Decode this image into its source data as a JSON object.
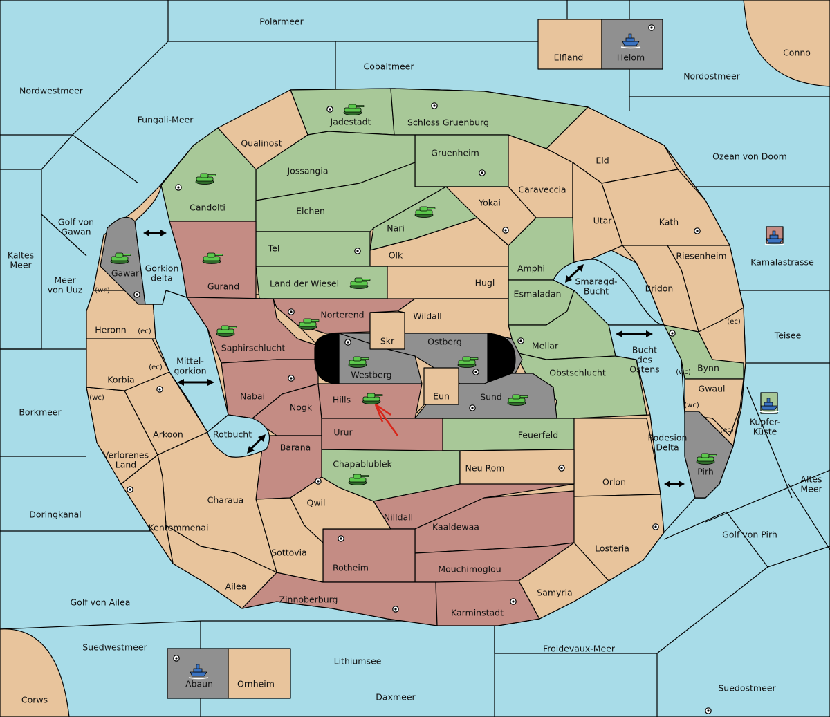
{
  "colors": {
    "sea": "#A8DCE8",
    "neutral": "#E8C49C",
    "green": "#A8C898",
    "red": "#C48C84",
    "gray": "#909090",
    "tank_body": "#5CC84C",
    "ship_body": "#3A72C0",
    "order_arrow": "#D8261A"
  },
  "seas": {
    "polarmeer": "Polarmeer",
    "cobaltmeer": "Cobaltmeer",
    "nordwestmeer": "Nordwestmeer",
    "fungali_meer": "Fungali-Meer",
    "nordostmeer": "Nordostmeer",
    "ozean_von_doom": "Ozean von Doom",
    "golf_von_gawan_1": "Golf von",
    "golf_von_gawan_2": "Gawan",
    "kaltes_meer_1": "Kaltes",
    "kaltes_meer_2": "Meer",
    "meer_von_uuz_1": "Meer",
    "meer_von_uuz_2": "von Uuz",
    "gorkion_delta_1": "Gorkion",
    "gorkion_delta_2": "delta",
    "mittelgorkion_1": "Mittel-",
    "mittelgorkion_2": "gorkion",
    "borkmeer": "Borkmeer",
    "rotbucht": "Rotbucht",
    "doringkanal": "Doringkanal",
    "golf_von_ailea": "Golf von Ailea",
    "suedwestmeer": "Suedwestmeer",
    "lithiumsee": "Lithiumsee",
    "daxmeer": "Daxmeer",
    "froidevaux_meer": "Froidevaux-Meer",
    "suedostmeer": "Suedostmeer",
    "golf_von_pirh": "Golf von Pirh",
    "altes_meer_1": "Altes",
    "altes_meer_2": "Meer",
    "kupfer_kueste_1": "Kupfer-",
    "kupfer_kueste_2": "Küste",
    "teisee": "Teisee",
    "kamalastrasse": "Kamalastrasse",
    "smaragd_bucht_1": "Smaragd-",
    "smaragd_bucht_2": "Bucht",
    "bucht_des_ostens_1": "Bucht",
    "bucht_des_ostens_2": "des",
    "bucht_des_ostens_3": "Ostens",
    "rodesion_delta_1": "Rodesion",
    "rodesion_delta_2": "Delta"
  },
  "lands": {
    "elfland": "Elfland",
    "helom": "Helom",
    "conno": "Conno",
    "jadestadt": "Jadestadt",
    "schloss_gruenburg": "Schloss Gruenburg",
    "qualinost": "Qualinost",
    "gruenheim": "Gruenheim",
    "eld": "Eld",
    "jossangia": "Jossangia",
    "caraveccia": "Caraveccia",
    "candolti": "Candolti",
    "elchen": "Elchen",
    "yokai": "Yokai",
    "nari": "Nari",
    "utar": "Utar",
    "kath": "Kath",
    "tel": "Tel",
    "olk": "Olk",
    "amphi": "Amphi",
    "riesenheim": "Riesenheim",
    "gawar": "Gawar",
    "gurand": "Gurand",
    "land_der_wiesel": "Land der Wiesel",
    "hugl": "Hugl",
    "esmaladan": "Esmaladan",
    "bridon": "Bridon",
    "norterend": "Norterend",
    "wildall": "Wildall",
    "heronn": "Heronn",
    "skr": "Skr",
    "ostberg": "Ostberg",
    "mellar": "Mellar",
    "saphirschlucht": "Saphirschlucht",
    "westberg": "Westberg",
    "bynn": "Bynn",
    "korbia": "Korbia",
    "obstschlucht": "Obstschlucht",
    "eun": "Eun",
    "nabai": "Nabai",
    "hills": "Hills",
    "sund": "Sund",
    "gwaul": "Gwaul",
    "nogk": "Nogk",
    "arkoon": "Arkoon",
    "urur": "Urur",
    "feuerfeld": "Feuerfeld",
    "barana": "Barana",
    "verlorenes_land_1": "Verlorenes",
    "verlorenes_land_2": "Land",
    "chapablublek": "Chapablublek",
    "neu_rom": "Neu Rom",
    "pirh": "Pirh",
    "orlon": "Orlon",
    "qwil": "Qwil",
    "charaua": "Charaua",
    "nilldall": "Nilldall",
    "kaaldewaa": "Kaaldewaa",
    "kentommenai": "Kentommenai",
    "sottovia": "Sottovia",
    "losteria": "Losteria",
    "rotheim": "Rotheim",
    "mouchimoglou": "Mouchimoglou",
    "ailea": "Ailea",
    "samyria": "Samyria",
    "zinnoberburg": "Zinnoberburg",
    "karminstadt": "Karminstadt",
    "abaun": "Abaun",
    "ornheim": "Ornheim",
    "corws": "Corws"
  },
  "coasts": {
    "wc": "(wc)",
    "ec": "(ec)"
  }
}
